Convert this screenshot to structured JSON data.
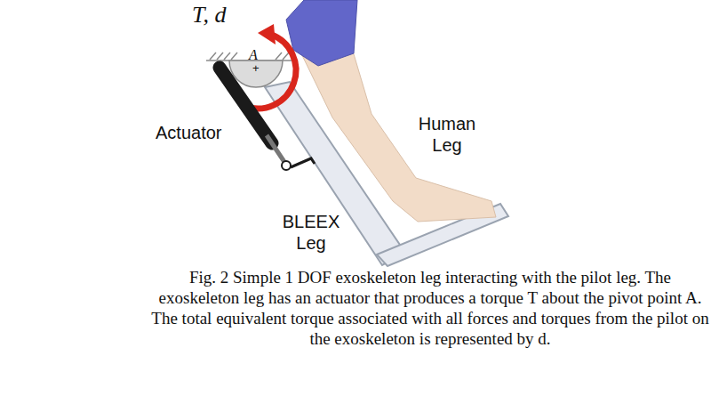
{
  "diagram": {
    "caption": "Fig. 2 Simple 1 DOF exoskeleton leg interacting with the pilot leg. The exoskeleton leg has an actuator that produces a torque T about the pivot point A. The total equivalent torque associated with all forces and torques from the pilot on the exoskeleton is represented by d.",
    "labels": [
      "T, d",
      "A",
      "+",
      "Actuator",
      "Human Leg",
      "BLEEX Leg"
    ]
  }
}
